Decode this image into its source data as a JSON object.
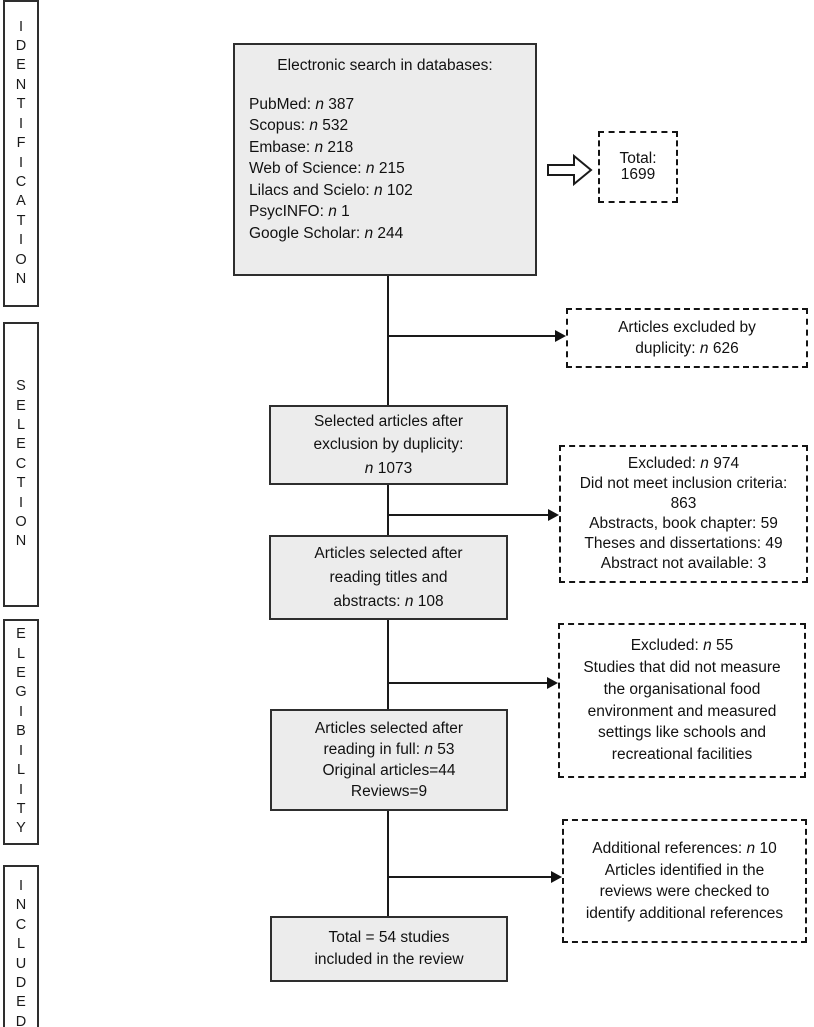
{
  "diagram": {
    "stages": [
      {
        "id": "identification",
        "label": "IDENTIFICATION"
      },
      {
        "id": "selection",
        "label": "SELECTION"
      },
      {
        "id": "elegibility",
        "label": "ELEGIBILITY"
      },
      {
        "id": "included",
        "label": "INCLUDED"
      }
    ],
    "boxes": {
      "search": {
        "title": "Electronic search in databases:",
        "lines": [
          "PubMed: n 387",
          "Scopus: n 532",
          "Embase: n 218",
          "Web of Science: n 215",
          "Lilacs and Scielo: n 102",
          "PsycINFO: n 1",
          "Google Scholar: n 244"
        ]
      },
      "total": {
        "lines": [
          "Total:",
          "1699"
        ]
      },
      "excluded_duplicity": {
        "lines": [
          "Articles excluded by",
          "duplicity: n 626"
        ]
      },
      "selected_after_duplicity": {
        "lines": [
          "Selected articles after",
          "exclusion by duplicity:",
          "n 1073"
        ]
      },
      "excluded_titles_abstracts": {
        "lines": [
          "Excluded: n 974",
          "Did not meet inclusion criteria:",
          "863",
          "Abstracts, book chapter: 59",
          "Theses and dissertations: 49",
          "Abstract not available: 3"
        ]
      },
      "selected_titles_abstracts": {
        "lines": [
          "Articles selected after",
          "reading titles and",
          "abstracts: n 108"
        ]
      },
      "excluded_full_reading": {
        "lines": [
          "Excluded: n 55",
          "Studies that did not measure",
          "the organisational food",
          "environment and measured",
          "settings like schools and",
          "recreational facilities"
        ]
      },
      "selected_full_reading": {
        "lines": [
          "Articles selected after",
          "reading in full: n 53",
          "Original articles=44",
          "Reviews=9"
        ]
      },
      "additional_references": {
        "lines": [
          "Additional references: n 10",
          "Articles identified in the",
          "reviews were checked to",
          "identify additional references"
        ]
      },
      "included_total": {
        "lines": [
          "Total = 54 studies",
          "included in the review"
        ]
      }
    },
    "colors": {
      "box_fill": "#ececec",
      "border": "#2e2e2e",
      "dashed_border": "#141414",
      "text": "#111111",
      "background": "#ffffff"
    }
  }
}
